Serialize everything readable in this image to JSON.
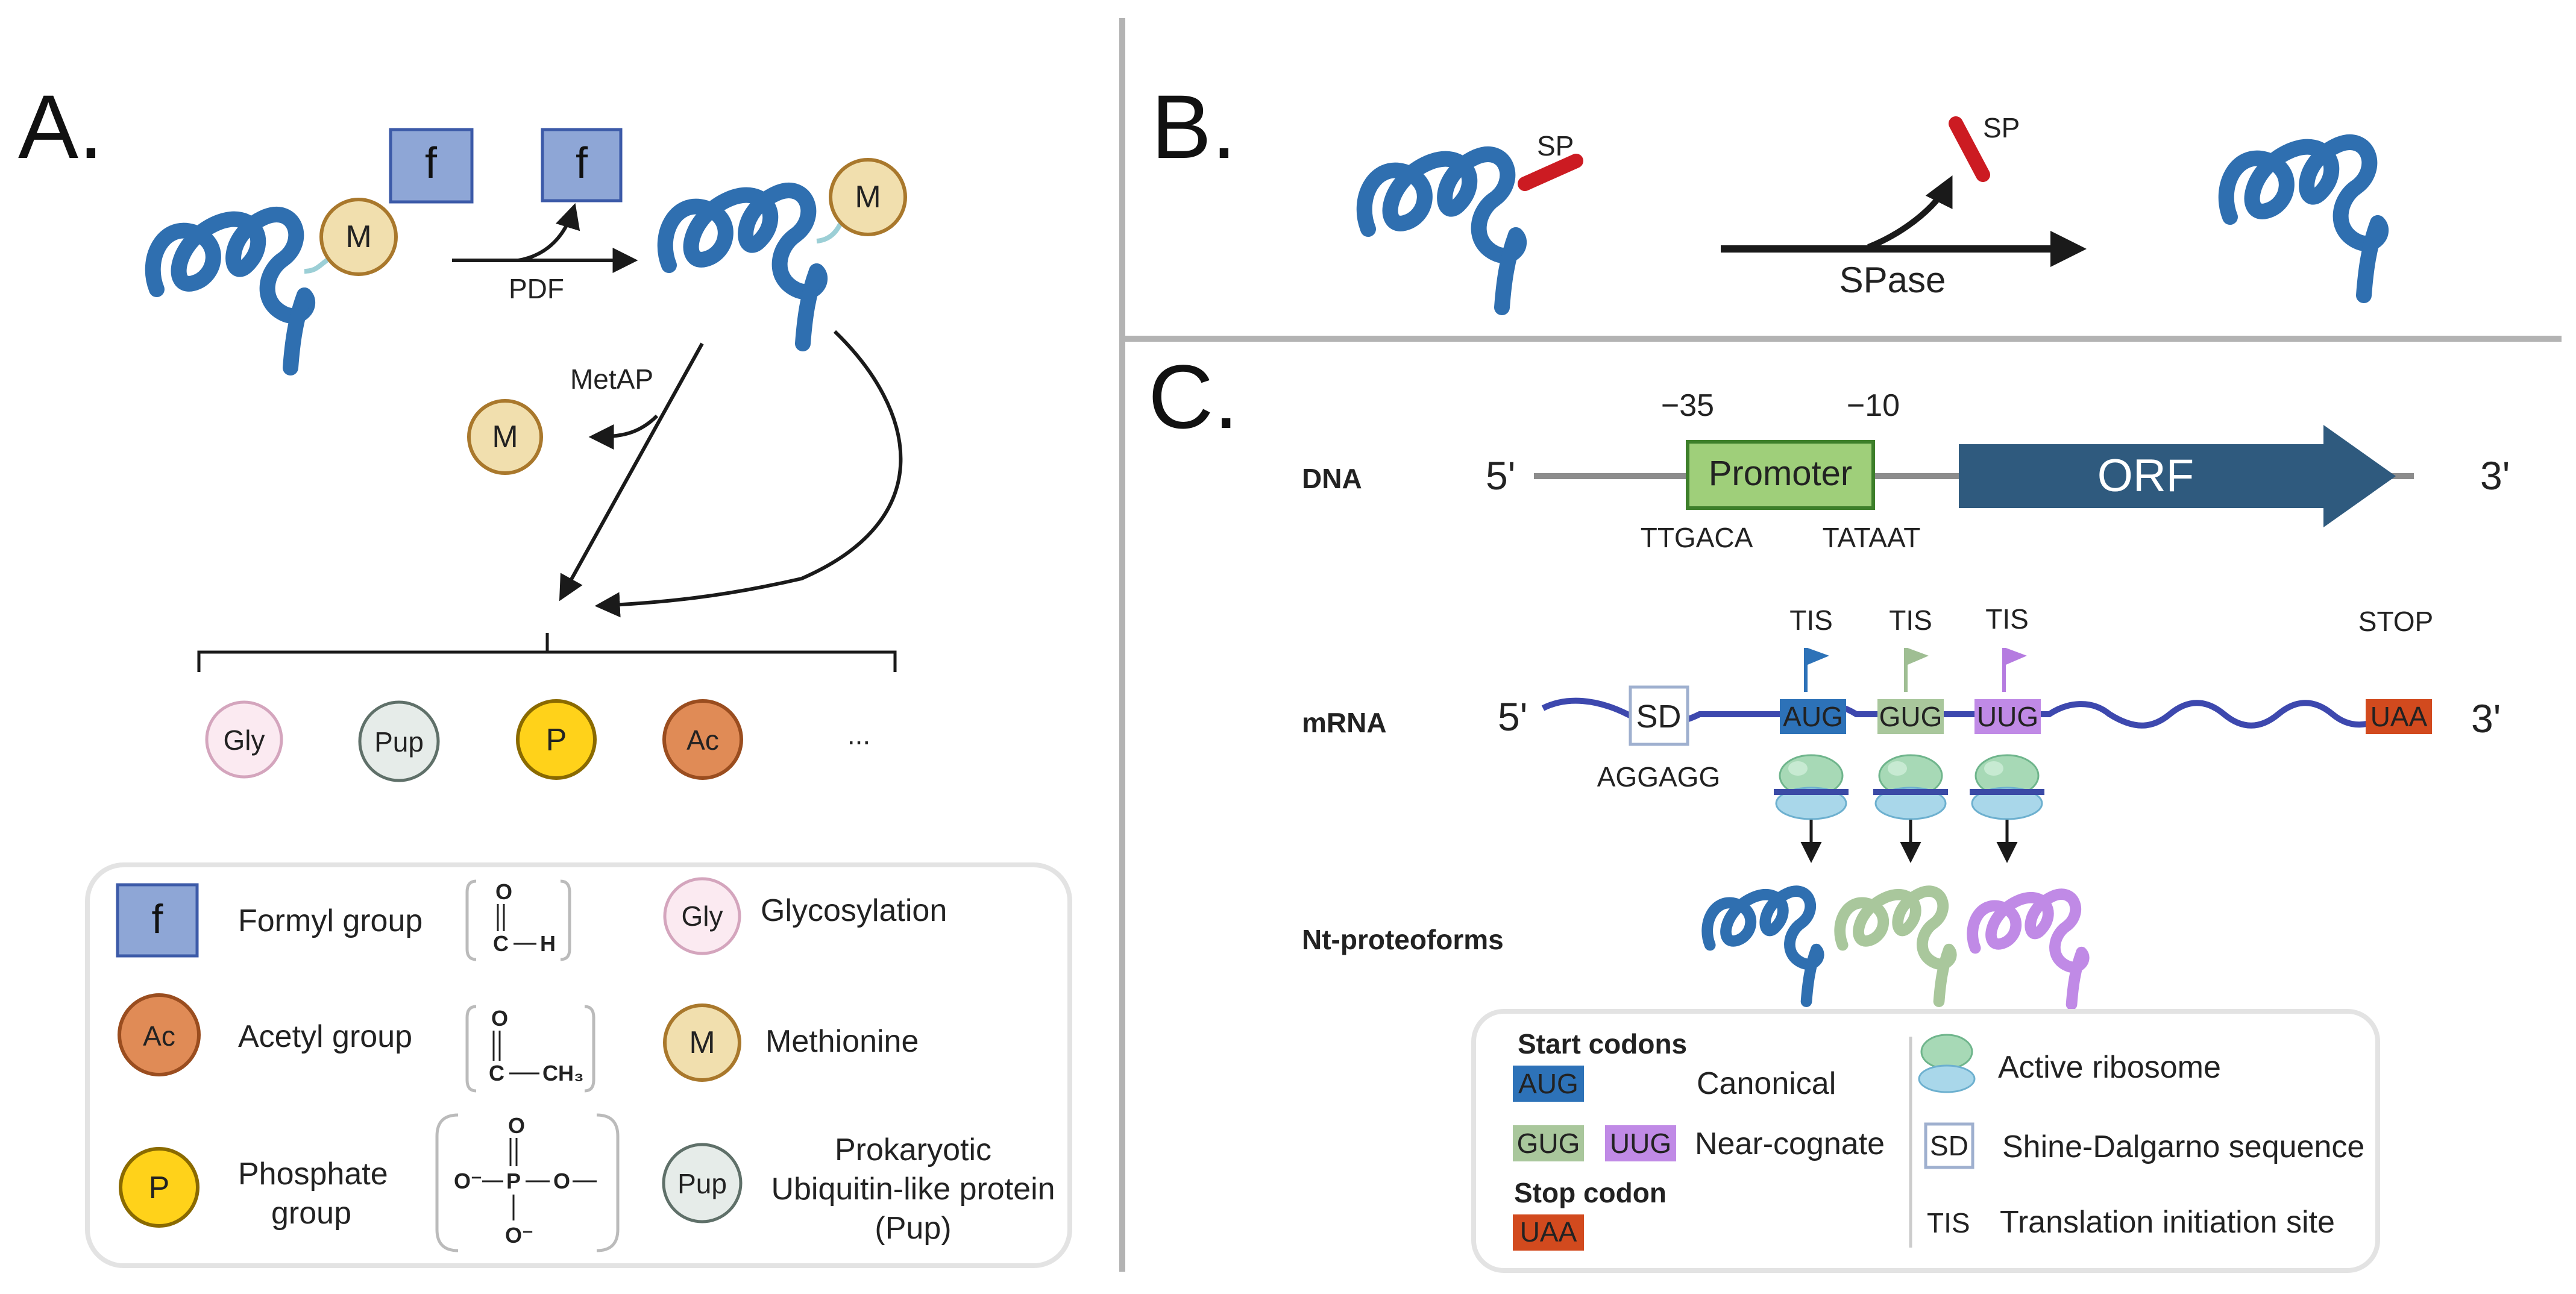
{
  "colors": {
    "protein_blue": "#2f6fb0",
    "formyl_fill": "#8ea6d6",
    "formyl_stroke": "#3c5aa8",
    "met_fill": "#f1dfae",
    "met_stroke": "#a9782c",
    "acetyl_fill": "#e08b56",
    "acetyl_stroke": "#9a4d1f",
    "phosphate_fill": "#ffd21a",
    "phosphate_stroke": "#8a6a00",
    "gly_fill": "#fbeaf1",
    "gly_stroke": "#d4a5bd",
    "pup_fill": "#e6ece9",
    "pup_stroke": "#5f7069",
    "signal_peptide": "#cc1b22",
    "promoter_fill": "#9fcf7a",
    "orf_fill": "#2f5a7e",
    "aug_fill": "#2d72b8",
    "gug_fill": "#a9c79c",
    "uug_fill": "#c08ae6",
    "uaa_fill": "#d24a1e",
    "mrna": "#3d48ae",
    "ribosome": "#8fc9a6"
  },
  "panel_a": {
    "letter": "A.",
    "formyl_symbol": "f",
    "met_symbol": "M",
    "pdf_label": "PDF",
    "metap_label": "MetAP",
    "modifications": [
      "Gly",
      "Pup",
      "P",
      "Ac"
    ],
    "more": "...",
    "legend": {
      "formyl_symbol": "f",
      "formyl_label": "Formyl group",
      "formyl_chem": {
        "o": "O",
        "c": "C",
        "h": "H"
      },
      "acetyl_symbol": "Ac",
      "acetyl_label": "Acetyl group",
      "acetyl_chem": {
        "o": "O",
        "c": "C",
        "ch3": "CH₃"
      },
      "phosphate_symbol": "P",
      "phosphate_label_1": "Phosphate",
      "phosphate_label_2": "group",
      "phosphate_chem": {
        "o_top": "O",
        "o_minus_left": "O⁻",
        "p": "P",
        "o_right": "O",
        "o_minus_bottom": "O⁻"
      },
      "gly_symbol": "Gly",
      "gly_label": "Glycosylation",
      "met_symbol": "M",
      "met_label": "Methionine",
      "pup_symbol": "Pup",
      "pup_label_1": "Prokaryotic",
      "pup_label_2": "Ubiquitin-like protein",
      "pup_label_3": "(Pup)"
    }
  },
  "panel_b": {
    "letter": "B.",
    "sp_label": "SP",
    "sp_label_2": "SP",
    "enzyme": "SPase"
  },
  "panel_c": {
    "letter": "C.",
    "dna_row_label": "DNA",
    "five_prime": "5'",
    "three_prime": "3'",
    "minus35": "−35",
    "minus10": "−10",
    "promoter": "Promoter",
    "orf": "ORF",
    "box35": "TTGACA",
    "box10": "TATAAT",
    "mrna_row_label": "mRNA",
    "mrna_five_prime": "5'",
    "mrna_three_prime": "3'",
    "sd": "SD",
    "sd_seq": "AGGAGG",
    "tis_labels": [
      "TIS",
      "TIS",
      "TIS"
    ],
    "codons": [
      "AUG",
      "GUG",
      "UUG"
    ],
    "stop_label": "STOP",
    "stop_codon": "UAA",
    "proteoforms_label": "Nt-proteoforms",
    "legend": {
      "start_codons": "Start codons",
      "aug": "AUG",
      "canonical": "Canonical",
      "gug": "GUG",
      "uug": "UUG",
      "near_cognate": "Near-cognate",
      "stop_codon": "Stop codon",
      "uaa": "UAA",
      "active_ribosome": "Active ribosome",
      "sd": "SD",
      "sd_label": "Shine-Dalgarno sequence",
      "tis": "TIS",
      "tis_label": "Translation initiation site"
    }
  }
}
